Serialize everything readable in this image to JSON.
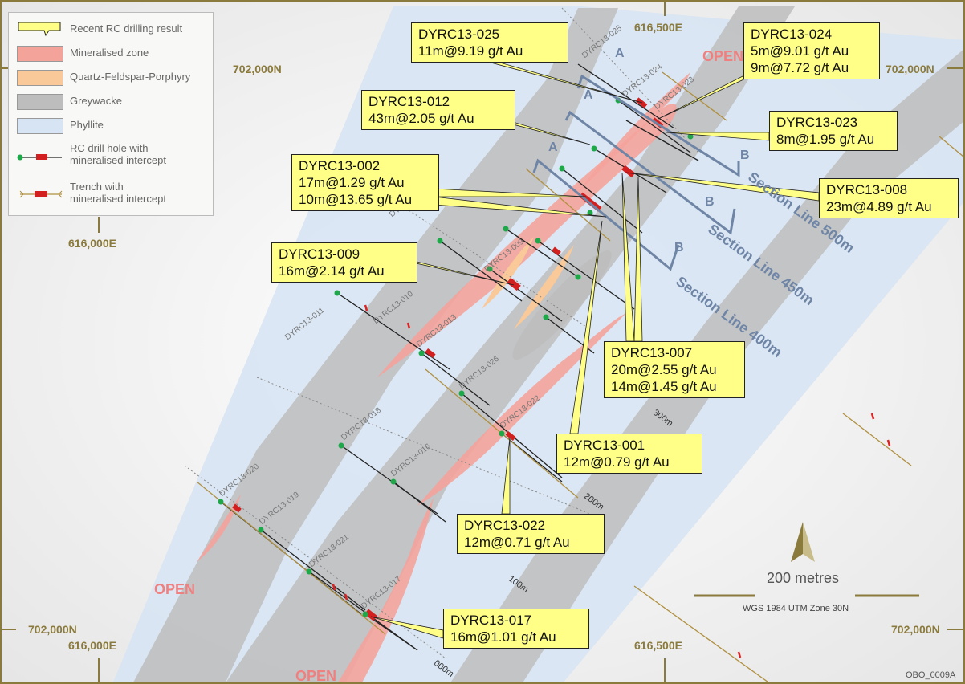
{
  "legend": {
    "items": [
      {
        "label": "Recent RC drilling result",
        "symbol": "callout",
        "color": "#ffff88"
      },
      {
        "label": "Mineralised zone",
        "symbol": "fill",
        "color": "#f4a39b"
      },
      {
        "label": "Quartz-Feldspar-Porphyry",
        "symbol": "fill",
        "color": "#f9c999"
      },
      {
        "label": "Greywacke",
        "symbol": "fill",
        "color": "#bdbdbd"
      },
      {
        "label": "Phyllite",
        "symbol": "fill",
        "color": "#d7e4f3"
      }
    ],
    "drill_hole": {
      "line1": "RC drill hole with",
      "line2": "mineralised intercept"
    },
    "trench": {
      "line1": "Trench with",
      "line2": "mineralised intercept"
    }
  },
  "coords": {
    "top_n_left": "702,000N",
    "top_n_right": "702,000N",
    "bottom_n_left": "702,000N",
    "bottom_n_right": "702,000N",
    "top_e": "616,500E",
    "left_e": "616,000E",
    "bottom_e_left": "616,000E",
    "bottom_e_right": "616,500E"
  },
  "results": [
    {
      "hole": "DYRC13-025",
      "lines": [
        "DYRC13-025",
        "11m@9.19 g/t Au"
      ]
    },
    {
      "hole": "DYRC13-024",
      "lines": [
        "DYRC13-024",
        "5m@9.01 g/t Au",
        "9m@7.72 g/t Au"
      ]
    },
    {
      "hole": "DYRC13-012",
      "lines": [
        "DYRC13-012",
        "43m@2.05 g/t Au"
      ]
    },
    {
      "hole": "DYRC13-023",
      "lines": [
        "DYRC13-023",
        "8m@1.95 g/t Au"
      ]
    },
    {
      "hole": "DYRC13-002",
      "lines": [
        "DYRC13-002",
        "17m@1.29 g/t Au",
        "10m@13.65 g/t Au"
      ]
    },
    {
      "hole": "DYRC13-008",
      "lines": [
        "DYRC13-008",
        "23m@4.89 g/t Au"
      ]
    },
    {
      "hole": "DYRC13-009",
      "lines": [
        "DYRC13-009",
        "16m@2.14 g/t Au"
      ]
    },
    {
      "hole": "DYRC13-007",
      "lines": [
        "DYRC13-007",
        "20m@2.55 g/t Au",
        "14m@1.45 g/t Au"
      ]
    },
    {
      "hole": "DYRC13-001",
      "lines": [
        "DYRC13-001",
        "12m@0.79 g/t Au"
      ]
    },
    {
      "hole": "DYRC13-022",
      "lines": [
        "DYRC13-022",
        "12m@0.71 g/t Au"
      ]
    },
    {
      "hole": "DYRC13-017",
      "lines": [
        "DYRC13-017",
        "16m@1.01 g/t Au"
      ]
    }
  ],
  "hole_labels": [
    "DYRC13-025",
    "DYRC13-024",
    "DYRC13-023",
    "DYRC13-005",
    "DYRC13-009",
    "DYRC13-011",
    "DYRC13-010",
    "DYRC13-013",
    "DYRC13-026",
    "DYRC13-022",
    "DYRC13-018",
    "DYRC13-016",
    "DYRC13-020",
    "DYRC13-019",
    "DYRC13-021",
    "DYRC13-017"
  ],
  "section_lines": [
    "Section Line 500m",
    "Section Line 450m",
    "Section Line 400m"
  ],
  "section_marks": [
    "A",
    "A",
    "A",
    "B",
    "B",
    "B"
  ],
  "distances": [
    "000m",
    "100m",
    "200m",
    "300m"
  ],
  "open_labels": [
    "OPEN",
    "OPEN",
    "OPEN"
  ],
  "scale": {
    "label": "200 metres",
    "projection": "WGS 1984 UTM Zone 30N"
  },
  "figure_id": "OBO_0009A",
  "colors": {
    "frame": "#8a7a3c",
    "mineralised": "#f4a39b",
    "greywacke": "#bdbdbd",
    "phyllite": "#d7e4f3",
    "callout": "#ffff88",
    "section": "#6f85a6"
  }
}
